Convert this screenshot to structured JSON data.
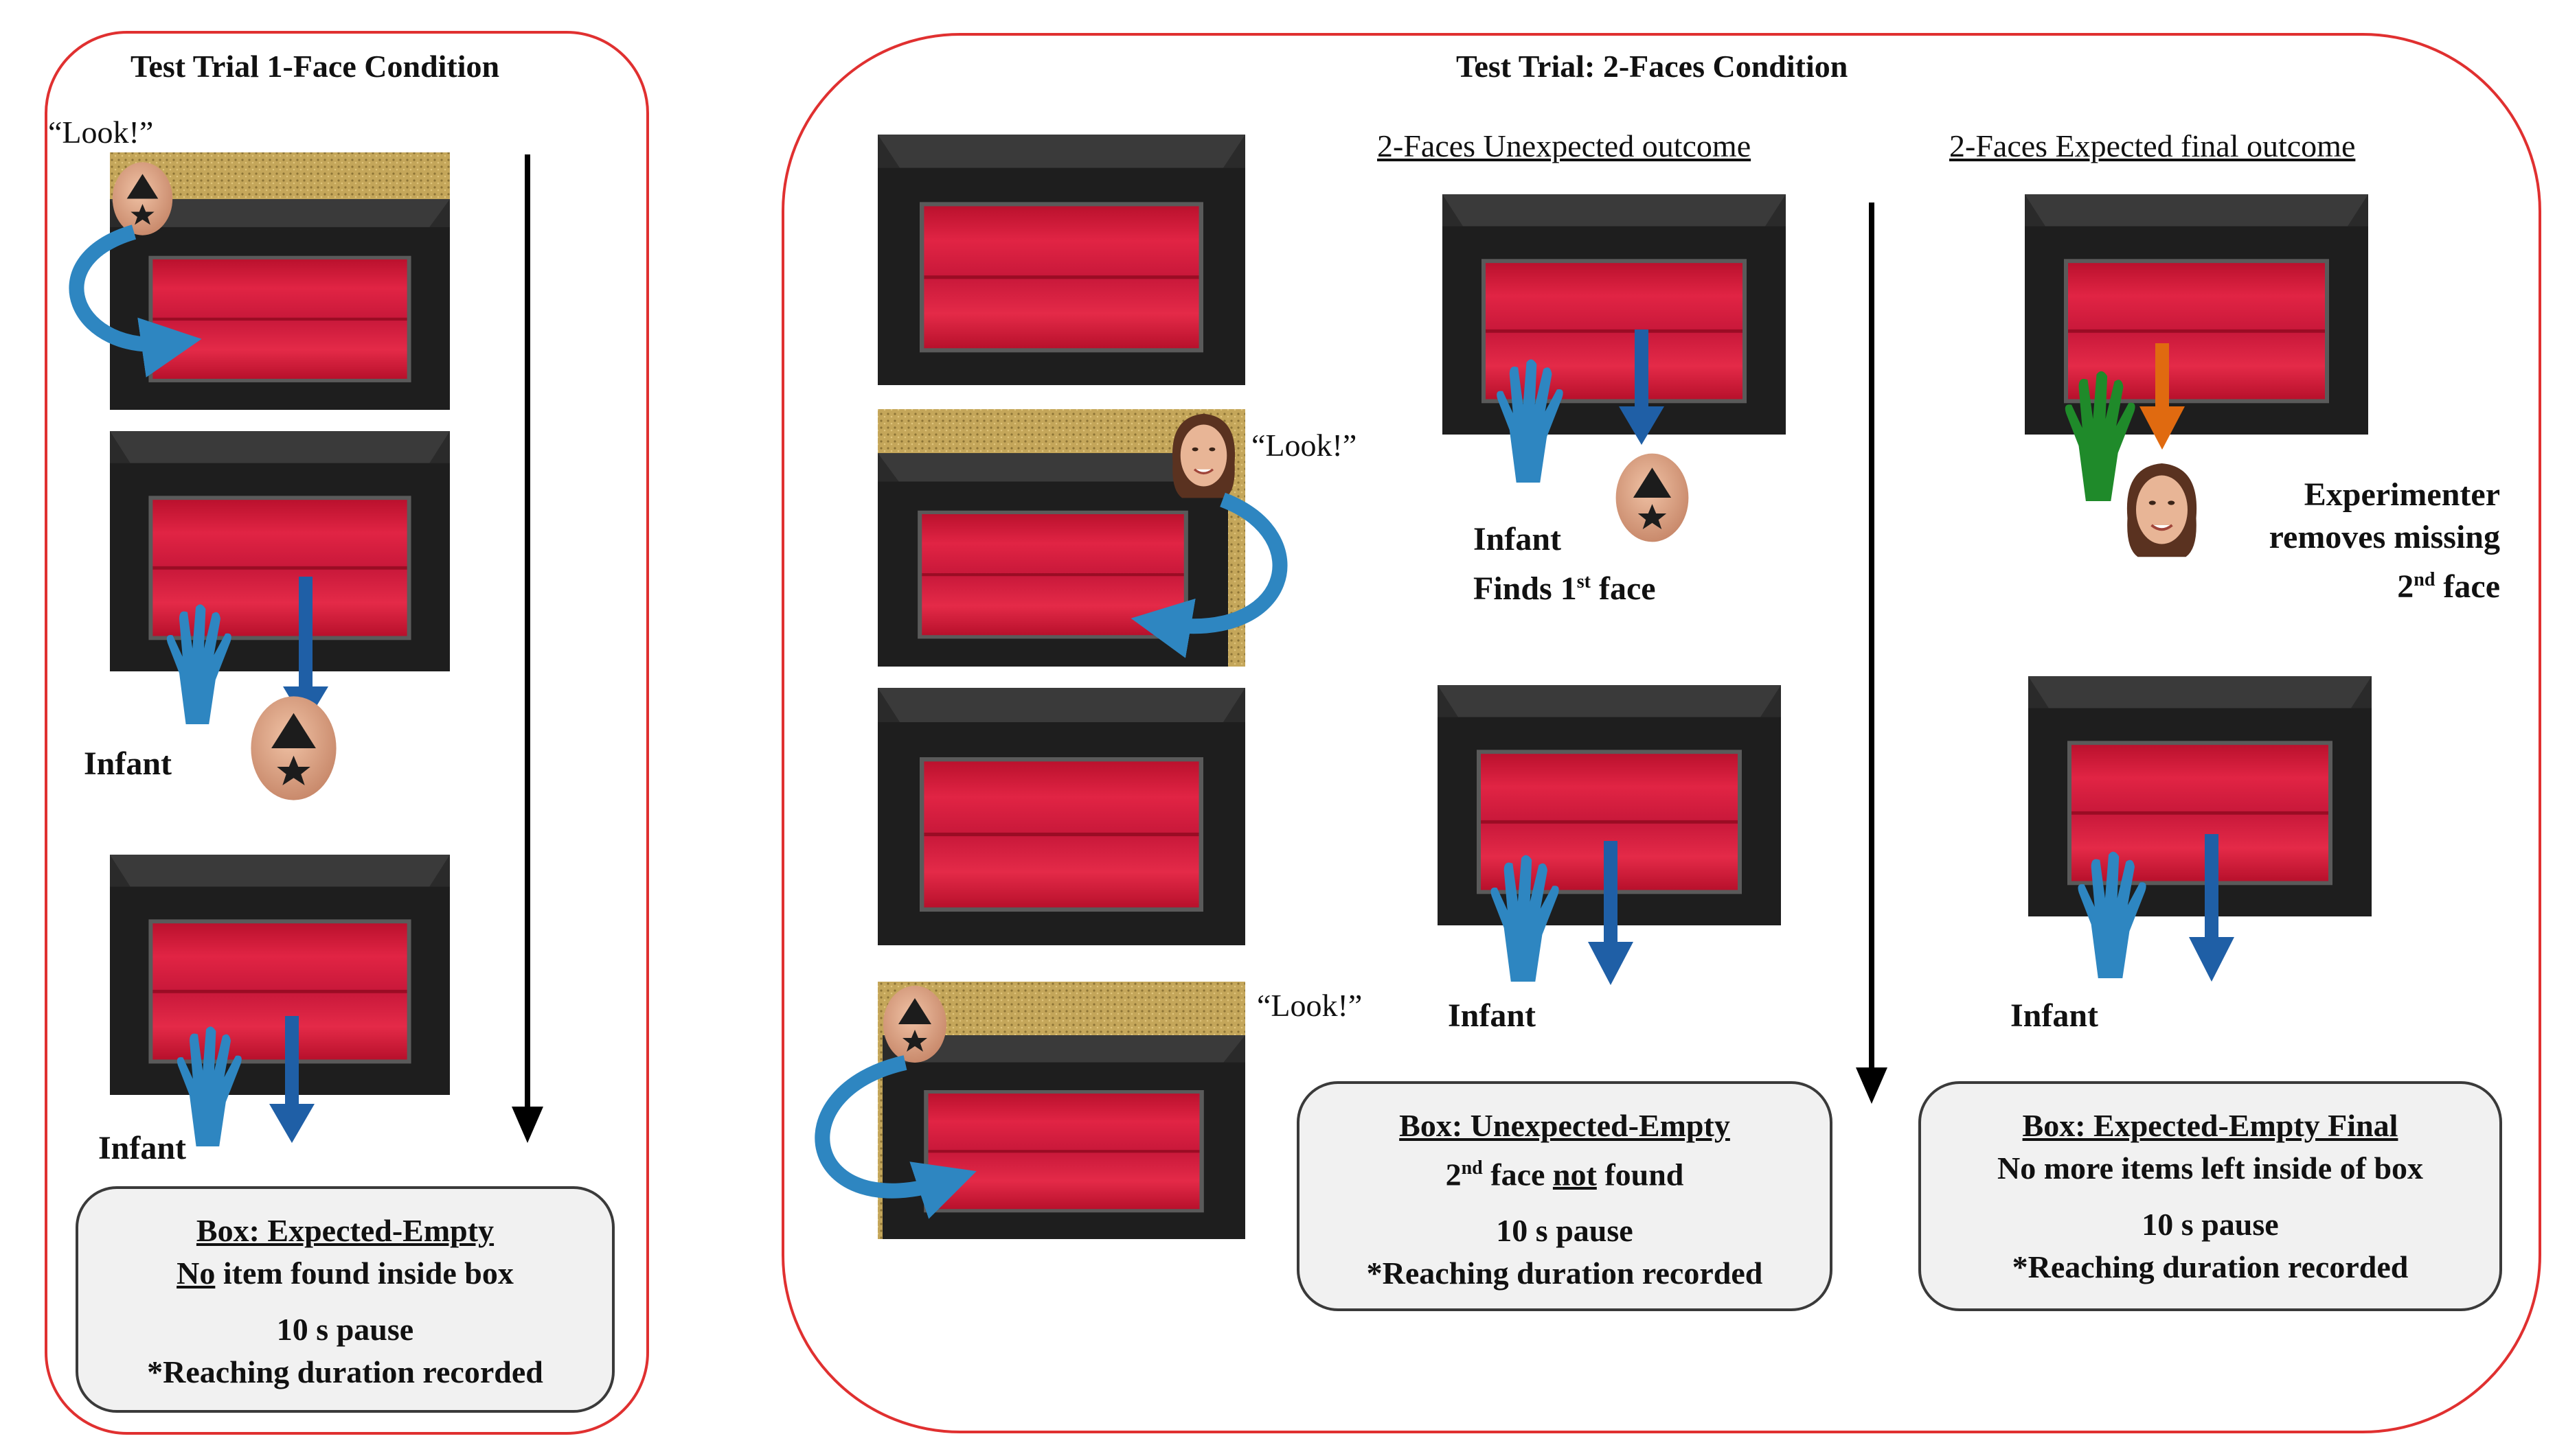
{
  "colors": {
    "panel_border": "#e03030",
    "cloth": "#d81c3c",
    "box_frame": "#1e1e1e",
    "hand_blue": "#2e86c1",
    "arrow_blue": "#1f5fa6",
    "hand_green": "#1f8a2a",
    "arrow_orange": "#e06a10",
    "background_wall_gold": "#c4a65a",
    "background_wall_green": "#b9cf8f"
  },
  "left_panel": {
    "title": "Test Trial 1-Face Condition",
    "look_label": "“Look!”",
    "infant_label_1": "Infant",
    "infant_label_2": "Infant",
    "info": {
      "heading": "Box: Expected-Empty",
      "line1_prefix": "No",
      "line1_rest": " item found inside box",
      "line2": "10 s pause",
      "line3": "*Reaching duration recorded"
    }
  },
  "right_panel": {
    "title": "Test Trial: 2-Faces Condition",
    "look_label_1": "“Look!”",
    "look_label_2": "“Look!”",
    "unexpected": {
      "header": "2-Faces Unexpected outcome",
      "infant_finds_1": "Infant",
      "infant_finds_2": "Finds 1",
      "infant_finds_sup": "st",
      "infant_finds_3": " face",
      "infant_label": "Infant",
      "info": {
        "heading": "Box: Unexpected-Empty",
        "line1_a": "2",
        "line1_sup": "nd",
        "line1_b": " face ",
        "line1_not": "not",
        "line1_c": " found",
        "line2": "10 s pause",
        "line3": "*Reaching duration recorded"
      }
    },
    "expected": {
      "header": "2-Faces Expected final outcome",
      "experimenter_1": "Experimenter",
      "experimenter_2": "removes missing",
      "experimenter_3a": "2",
      "experimenter_3sup": "nd",
      "experimenter_3b": " face",
      "infant_label": "Infant",
      "info": {
        "heading": "Box: Expected-Empty Final",
        "line1": "No more items left inside of box",
        "line2": "10 s pause",
        "line3": "*Reaching duration recorded"
      }
    }
  }
}
